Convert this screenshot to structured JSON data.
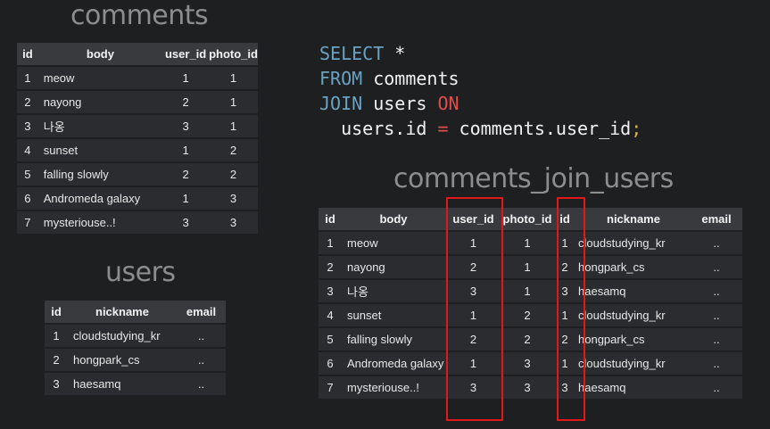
{
  "comments": {
    "title": "comments",
    "columns": [
      "id",
      "body",
      "user_id",
      "photo_id"
    ],
    "rows": [
      [
        "1",
        "meow",
        "1",
        "1"
      ],
      [
        "2",
        "nayong",
        "2",
        "1"
      ],
      [
        "3",
        "나옹",
        "3",
        "1"
      ],
      [
        "4",
        "sunset",
        "1",
        "2"
      ],
      [
        "5",
        "falling slowly",
        "2",
        "2"
      ],
      [
        "6",
        "Andromeda galaxy",
        "1",
        "3"
      ],
      [
        "7",
        "mysteriouse..!",
        "3",
        "3"
      ]
    ]
  },
  "users": {
    "title": "users",
    "columns": [
      "id",
      "nickname",
      "email"
    ],
    "rows": [
      [
        "1",
        "cloudstudying_kr",
        ".."
      ],
      [
        "2",
        "hongpark_cs",
        ".."
      ],
      [
        "3",
        "haesamq",
        ".."
      ]
    ]
  },
  "sql": {
    "select_kw": "SELECT",
    "select_rest": " *",
    "from_kw": "FROM",
    "from_rest": " comments",
    "join_kw": "JOIN",
    "join_mid": " users ",
    "on_kw": "ON",
    "cond_left": "  users.id ",
    "cond_op": "=",
    "cond_right": " comments.user_id",
    "semicolon": ";"
  },
  "joined": {
    "title": "comments_join_users",
    "columns": [
      "id",
      "body",
      "user_id",
      "photo_id",
      "id",
      "nickname",
      "email"
    ],
    "rows": [
      [
        "1",
        "meow",
        "1",
        "1",
        "1",
        "cloudstudying_kr",
        ".."
      ],
      [
        "2",
        "nayong",
        "2",
        "1",
        "2",
        "hongpark_cs",
        ".."
      ],
      [
        "3",
        "나옹",
        "3",
        "1",
        "3",
        "haesamq",
        ".."
      ],
      [
        "4",
        "sunset",
        "1",
        "2",
        "1",
        "cloudstudying_kr",
        ".."
      ],
      [
        "5",
        "falling slowly",
        "2",
        "2",
        "2",
        "hongpark_cs",
        ".."
      ],
      [
        "6",
        "Andromeda galaxy",
        "1",
        "3",
        "1",
        "cloudstudying_kr",
        ".."
      ],
      [
        "7",
        "mysteriouse..!",
        "3",
        "3",
        "3",
        "haesamq",
        ".."
      ]
    ]
  },
  "colors": {
    "highlight": "#e01818",
    "keyword": "#6aa2c2",
    "on_keyword": "#e24d4d"
  }
}
